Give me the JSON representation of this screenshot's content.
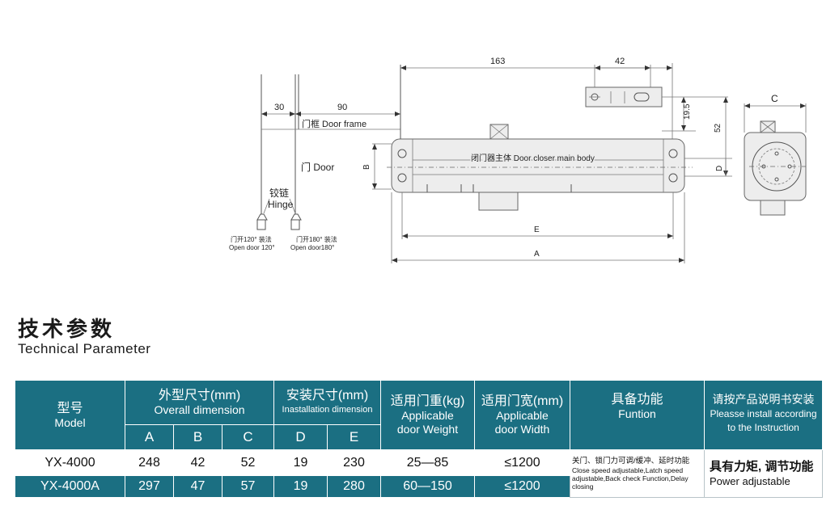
{
  "drawing": {
    "dims": {
      "d163": "163",
      "d42": "42",
      "d30": "30",
      "d90": "90",
      "d19_5": "19.5",
      "d52": "52",
      "dC": "C",
      "dB": "B",
      "dD": "D",
      "dE": "E",
      "dA": "A"
    },
    "labels": {
      "door_frame": "门框 Door frame",
      "door": "门 Door",
      "hinge_zh": "铰链",
      "hinge_en": "Hinge",
      "main_body": "闭门器主体  Door closer main body",
      "open120_zh": "门开120° 装法",
      "open120_en": "Open door 120°",
      "open180_zh": "门开180° 装法",
      "open180_en": "Open door180°"
    }
  },
  "section": {
    "title_zh": "技术参数",
    "title_en": "Technical Parameter"
  },
  "table": {
    "headers": {
      "model_zh": "型号",
      "model_en": "Model",
      "overall_zh": "外型尺寸(mm)",
      "overall_en": "Overall dimension",
      "install_zh": "安装尺寸(mm)",
      "install_en": "Inastallation dimension",
      "weight_zh": "适用门重(kg)",
      "weight_en1": "Applicable",
      "weight_en2": "door Weight",
      "width_zh": "适用门宽(mm)",
      "width_en1": "Applicable",
      "width_en2": "door Width",
      "func_zh": "具备功能",
      "func_en": "Funtion",
      "note_zh": "请按产品说明书安装",
      "note_en1": "Pleasse install according",
      "note_en2": "to the Instruction",
      "A": "A",
      "B": "B",
      "C": "C",
      "D": "D",
      "E": "E"
    },
    "rows": [
      {
        "model": "YX-4000",
        "A": "248",
        "B": "42",
        "C": "52",
        "D": "19",
        "E": "230",
        "weight": "25—85",
        "width": "≤1200"
      },
      {
        "model": "YX-4000A",
        "A": "297",
        "B": "47",
        "C": "57",
        "D": "19",
        "E": "280",
        "weight": "60—150",
        "width": "≤1200"
      }
    ],
    "function_zh": "关门、锁门力可调/缓冲、延时功能",
    "function_en": "Close speed adjustable,Latch speed adjustable,Back check Function,Delay closing",
    "adjust_zh": "具有力矩, 调节功能",
    "adjust_en": "Power adjustable"
  }
}
